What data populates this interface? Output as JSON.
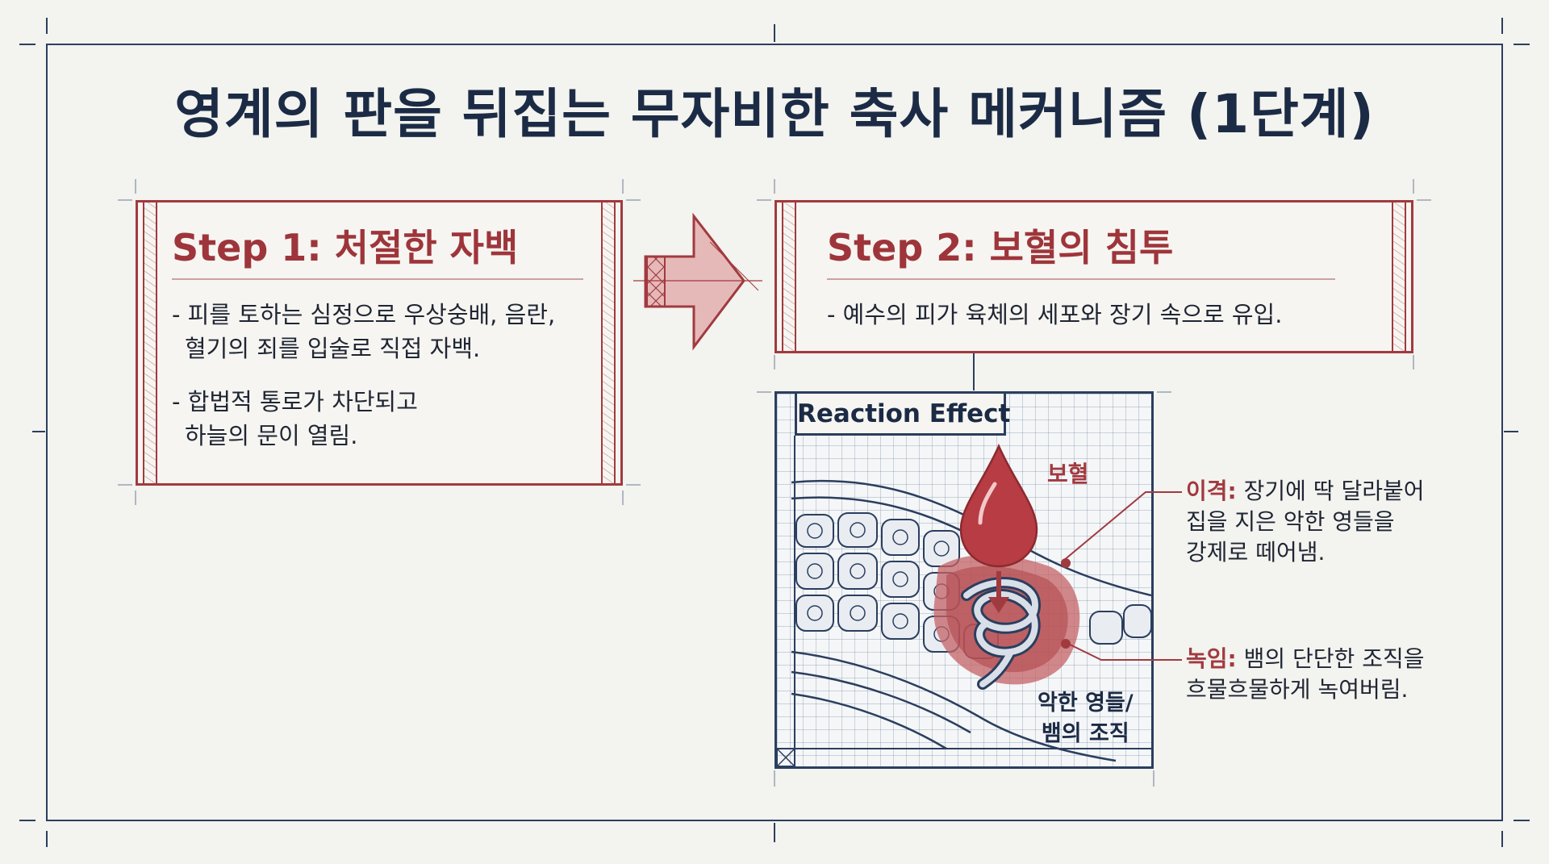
{
  "title": "영계의 판을 뒤집는 무자비한 축사 메커니즘 (1단계)",
  "step1": {
    "title": "Step 1: 처절한 자백",
    "bullets": [
      {
        "line1": "- 피를 토하는 심정으로 우상숭배, 음란,",
        "line2": "혈기의 죄를 입술로 직접 자백."
      },
      {
        "line1": "- 합법적 통로가 차단되고",
        "line2": "하늘의 문이 열림."
      }
    ]
  },
  "step2": {
    "title": "Step 2: 보혈의 침투",
    "bullets": [
      {
        "line1": "- 예수의 피가 육체의 세포와 장기 속으로 유입."
      }
    ]
  },
  "reaction": {
    "label": "Reaction Effect",
    "blood_label": "보혈",
    "snake_label_line1": "악한 영들/",
    "snake_label_line2": "뱀의 조직"
  },
  "callouts": [
    {
      "term": "이격:",
      "line1": " 장기에 딱 달라붙어",
      "line2": "집을 지은 악한 영들을",
      "line3": "강제로 떼어냄."
    },
    {
      "term": "녹임:",
      "line1": " 뱀의 단단한 조직을",
      "line2": "흐물흐물하게 녹여버림."
    }
  ],
  "colors": {
    "accent_red": "#a13a3f",
    "navy": "#1c2b45",
    "paper": "#f3f3ef"
  }
}
